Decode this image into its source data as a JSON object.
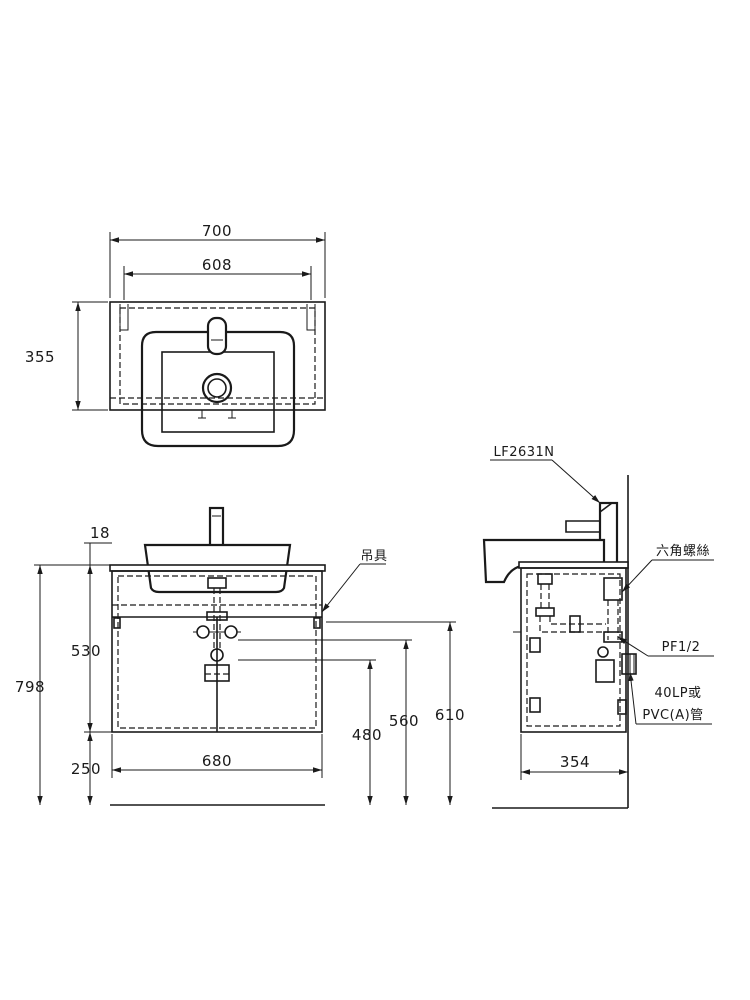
{
  "top_view": {
    "dims": {
      "overall_width": "700",
      "bowl_width": "608",
      "depth": "355"
    }
  },
  "front_view": {
    "dims": {
      "counter_thickness": "18",
      "cabinet_height": "530",
      "total_height": "798",
      "floor_clearance": "250",
      "cabinet_width": "680",
      "dim_480": "480",
      "dim_560": "560",
      "dim_610": "610"
    },
    "labels": {
      "hanger": "吊具"
    }
  },
  "side_view": {
    "dims": {
      "depth": "354"
    },
    "labels": {
      "faucet_model": "LF2631N",
      "hex_screw": "六角螺絲",
      "pipe_thread": "PF1/2",
      "drain_line1": "40LP或",
      "drain_line2": "PVC(A)管"
    }
  },
  "colors": {
    "line": "#1a1a1a",
    "background": "#ffffff"
  }
}
